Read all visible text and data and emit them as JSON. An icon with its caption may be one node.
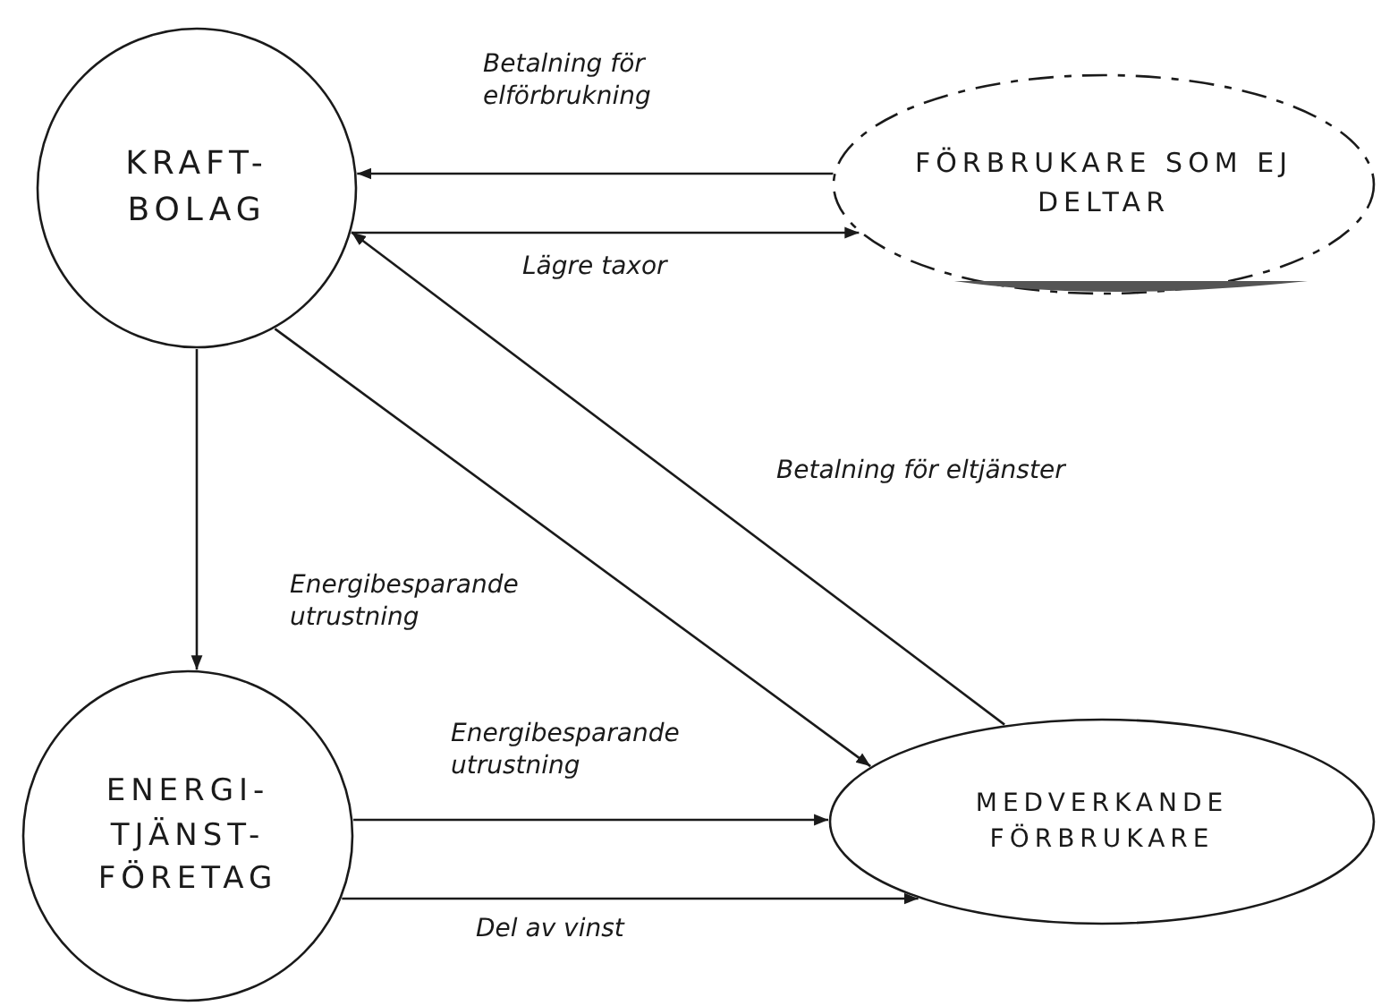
{
  "diagram": {
    "nodes": [
      {
        "text": [
          "KRAFT- BOLAG"
        ]
      },
      {
        "text": [
          "FÖRBRUKARE SOM EJ DELTAR"
        ]
      },
      {
        "text": [
          "ENERGI- TJÄNST- FÖRETAG"
        ]
      },
      {
        "text": [
          "MEDVERKANDE FÖRBRUKARE"
        ]
      }
    ],
    "edges": [
      {
        "from": 1,
        "to": 0,
        "arrow": "to",
        "label": "Betalning för elförbrukning"
      },
      {
        "from": 0,
        "to": 1,
        "arrow": "to",
        "label": "Lägre taxor"
      },
      {
        "from": 3,
        "to": 0,
        "arrow": "to",
        "label": "Betalning för eltjänster"
      },
      {
        "from": 0,
        "to": 2,
        "arrow": "to"
      },
      {
        "from": 0,
        "to": 3,
        "arrow": "to",
        "label": "Energibesparande utrustning"
      },
      {
        "from": 2,
        "to": 3,
        "arrow": "to",
        "label": "Energibesparande utrustning"
      },
      {
        "from": 2,
        "to": 3,
        "arrow": "to",
        "label": "Del av vinst"
      }
    ]
  }
}
